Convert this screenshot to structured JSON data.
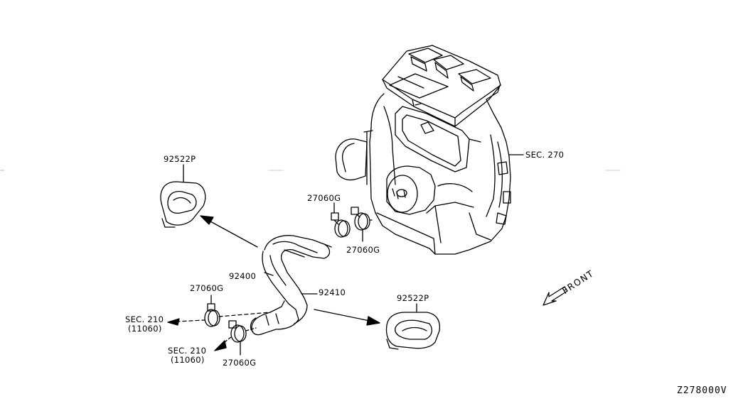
{
  "parts": {
    "clip_upper_left": "92522P",
    "clip_lower_right": "92522P",
    "hose_inlet": "92400",
    "hose_outlet": "92410",
    "clamp_top_left": "27060G",
    "clamp_top_right": "27060G",
    "clamp_bottom_left": "27060G",
    "clamp_bottom": "27060G"
  },
  "sections": {
    "heater_unit": "SEC. 270",
    "engine_upper": "SEC. 210",
    "engine_upper_sub": "(11060)",
    "engine_lower": "SEC. 210",
    "engine_lower_sub": "(11060)"
  },
  "front_label": "FRONT",
  "drawing_ref": "Z278000V"
}
